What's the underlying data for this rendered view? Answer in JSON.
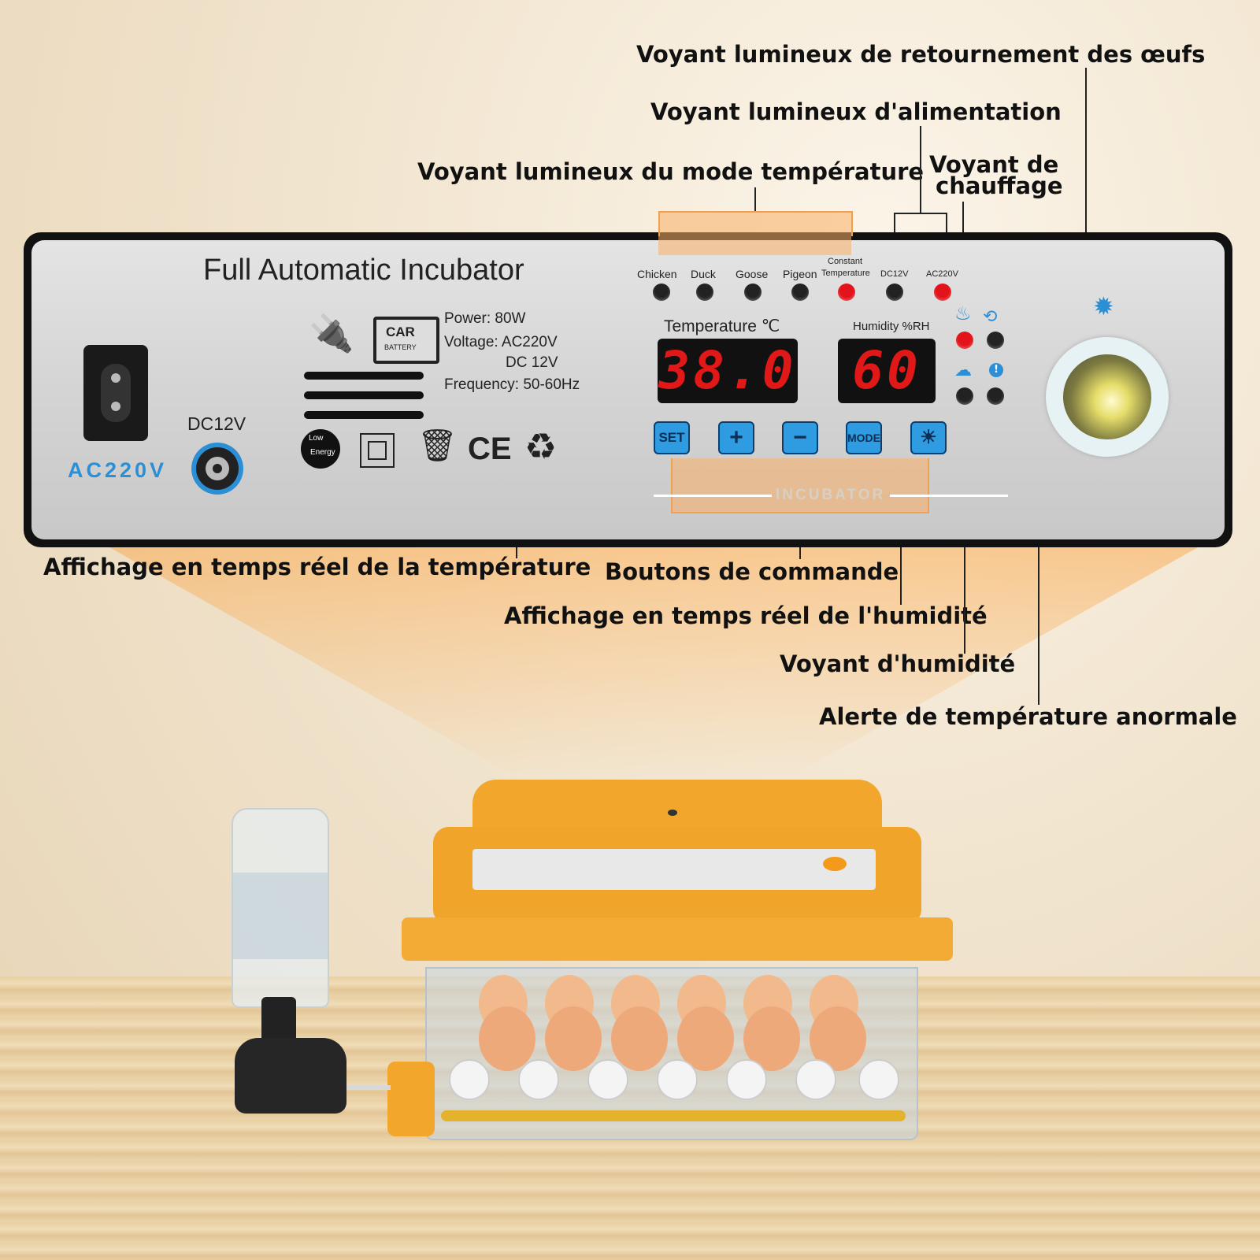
{
  "callouts": {
    "egg_turning": "Voyant lumineux de retournement des œufs",
    "power": "Voyant lumineux d'alimentation",
    "temp_mode": "Voyant lumineux du mode température",
    "heating_1": "Voyant de",
    "heating_2": "chauffage",
    "temp_display": "Affichage en temps réel de la température",
    "control_buttons": "Boutons de commande",
    "humidity_display": "Affichage en temps réel de l'humidité",
    "humidity_led": "Voyant d'humidité",
    "temp_alarm": "Alerte de température anormale"
  },
  "panel": {
    "title": "Full Automatic Incubator",
    "ac_label": "AC220V",
    "dc_label": "DC12V",
    "specs": {
      "power": "Power: 80W",
      "voltage": "Voltage: AC220V",
      "dc": "DC 12V",
      "frequency": "Frequency: 50-60Hz"
    },
    "car_battery_1": "CAR",
    "car_battery_2": "BATTERY",
    "low_energy_1": "Low",
    "low_energy_2": "Energy",
    "ce_mark": "CE",
    "modes": [
      "Chicken",
      "Duck",
      "Goose",
      "Pigeon"
    ],
    "constant_1": "Constant",
    "constant_2": "Temperature",
    "dc12v": "DC12V",
    "ac220v": "AC220V",
    "temp_label": "Temperature ℃",
    "humidity_label": "Humidity %RH",
    "temp_value": "38.0",
    "humidity_value": "60",
    "buttons": {
      "set": "SET",
      "plus": "+",
      "minus": "−",
      "mode": "MODE"
    },
    "brand": "INCUBATOR"
  },
  "colors": {
    "led_red": "#e3131b",
    "display_red": "#e01818",
    "button_blue": "#2f9be0",
    "ac_blue": "#2b8fd6"
  }
}
